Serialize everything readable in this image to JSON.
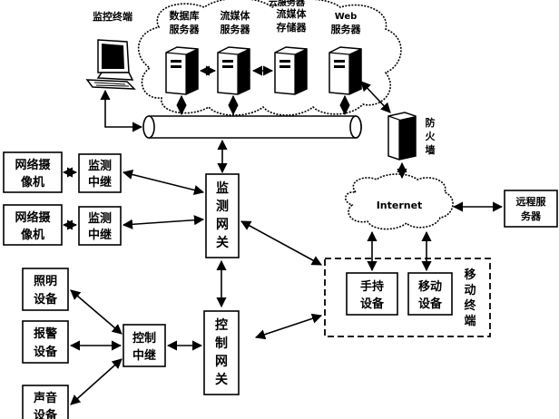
{
  "cloud": {
    "title": "云服务器",
    "monitor_terminal": "监控终端",
    "db_server": [
      "数据库",
      "服务器"
    ],
    "stream_server": [
      "流媒体",
      "服务器"
    ],
    "stream_storage": [
      "流媒体",
      "存储器"
    ],
    "web_server": [
      "Web",
      "服务器"
    ]
  },
  "firewall": [
    "防",
    "火",
    "墙"
  ],
  "internet": "Internet",
  "remote_server": [
    "远程服",
    "务器"
  ],
  "cameras": [
    [
      "网络摄",
      "像机"
    ],
    [
      "网络摄",
      "像机"
    ]
  ],
  "monitor_relays": [
    [
      "监测",
      "中继"
    ],
    [
      "监测",
      "中继"
    ]
  ],
  "monitor_gateway": [
    "监",
    "测",
    "网",
    "关"
  ],
  "control_gateway": [
    "控",
    "制",
    "网",
    "关"
  ],
  "control_relay": [
    "控制",
    "中继"
  ],
  "devices": {
    "lighting": [
      "照明",
      "设备"
    ],
    "alarm": [
      "报警",
      "设备"
    ],
    "sound": [
      "声音",
      "设备"
    ]
  },
  "mobile": {
    "title": [
      "移",
      "动",
      "终",
      "端"
    ],
    "handheld": [
      "手持",
      "设备"
    ],
    "mobile_device": [
      "移动",
      "设备"
    ]
  }
}
